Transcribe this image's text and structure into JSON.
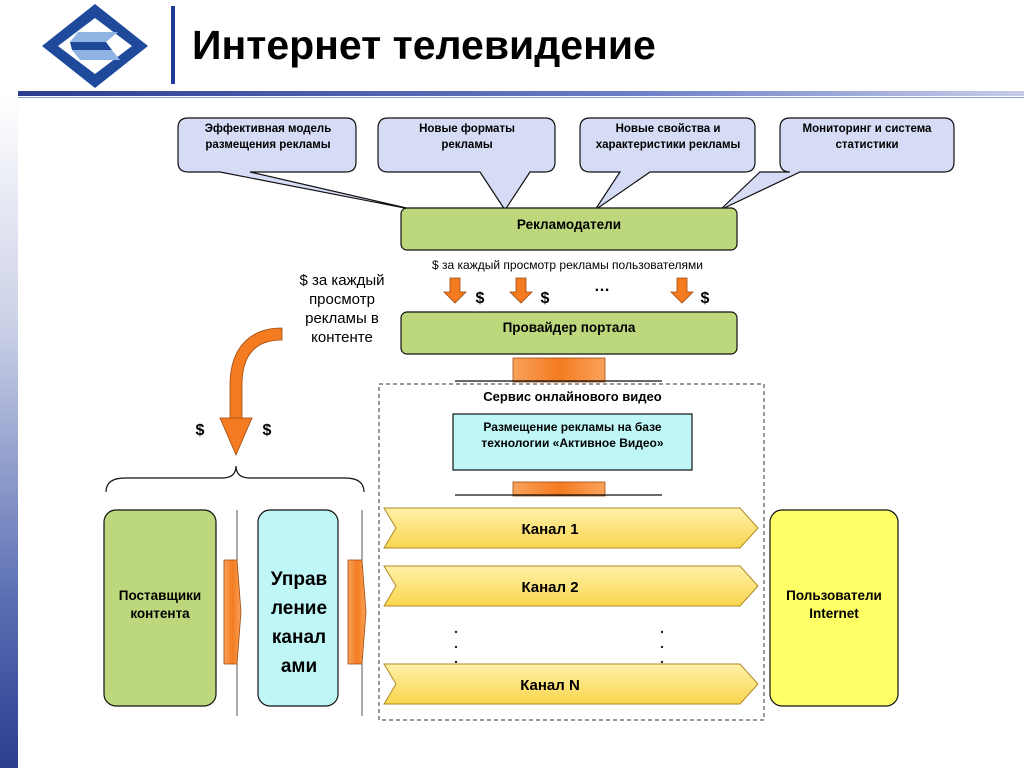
{
  "title": "Интернет телевидение",
  "bubbles": [
    "Эффективная модель размещения рекламы",
    "Новые форматы рекламы",
    "Новые свойства и характеристики рекламы",
    "Мониторинг и система статистики"
  ],
  "advertisers": "Рекламодатели",
  "per_view_top": "$ за каждый просмотр рекламы  пользователями",
  "dollar": "$",
  "ellipsis": "…",
  "per_view_left": "$ за каждый просмотр рекламы  в контенте",
  "portal_provider": "Провайдер портала",
  "service_title": "Сервис онлайнового видео",
  "ad_placement": "Размещение рекламы на базе технологии «Активное Видео»",
  "content_providers": "Поставщики контента",
  "channel_management": "Управ ление канал ами",
  "channels": [
    "Канал 1",
    "Канал 2",
    "Канал N"
  ],
  "users": "Пользователи Internet",
  "colors": {
    "bubble_fill": "#d7dcf6",
    "green_fill": "#bdd77c",
    "cyan_fill": "#bff6f6",
    "yellow_fill": "#ffff66",
    "channel_fill": "#fde57d",
    "arrow_orange": "#f47b20",
    "accent_blue": "#1f3c96"
  }
}
